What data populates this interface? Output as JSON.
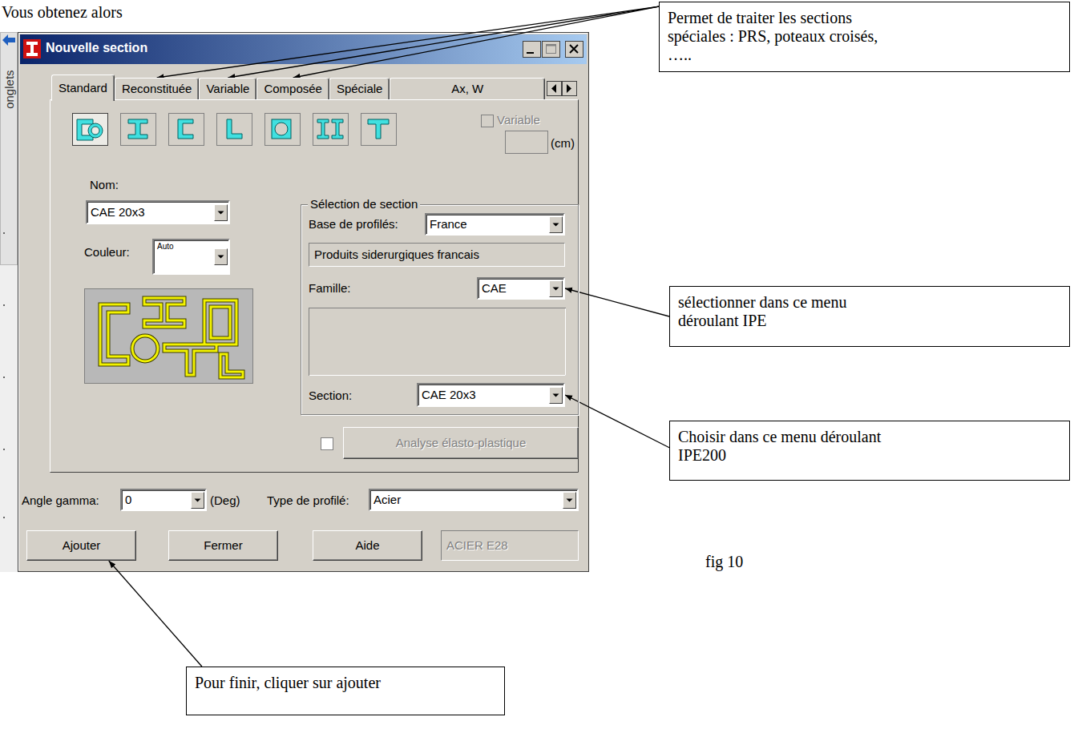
{
  "diagram": {
    "caption": "fig 10",
    "nodes": [
      {
        "text": [
          "Nouvelle section"
        ]
      },
      {
        "text": [
          "Permet de traiter les sections spéciales : PRS, poteaux croisés, ….."
        ]
      },
      {
        "text": [
          "Standard"
        ],
        "in": 0
      },
      {
        "text": [
          "Reconstituée"
        ],
        "in": 0
      },
      {
        "text": [
          "Variable"
        ],
        "in": 0
      },
      {
        "text": [
          "Composée"
        ],
        "in": 0
      },
      {
        "text": [
          "Spéciale"
        ],
        "in": 0
      },
      {
        "text": [
          "Ax, W"
        ],
        "in": 0
      },
      {
        "text": [
          "CAE 20x3"
        ],
        "in": 0
      },
      {
        "text": [
          "Sélection de section"
        ],
        "in": 0
      },
      {
        "text": [
          "France"
        ],
        "in": 9
      },
      {
        "text": [
          "Produits siderurgiques francais"
        ],
        "in": 9
      },
      {
        "text": [
          "Auto"
        ],
        "in": 0
      },
      {
        "text": [
          "CAE"
        ],
        "in": 9
      },
      {
        "text": [
          "sélectionner dans ce menu déroulant IPE"
        ]
      },
      {
        "text": [
          "CAE 20x3"
        ],
        "in": 9
      },
      {
        "text": [
          "Choisir dans ce menu déroulant IPE200"
        ]
      },
      {
        "text": [
          "Analyse élasto-plastique"
        ],
        "in": 0
      },
      {
        "text": [
          "0"
        ],
        "in": 0
      },
      {
        "text": [
          "Acier"
        ],
        "in": 0
      },
      {
        "text": [
          "Ajouter"
        ],
        "in": 0
      },
      {
        "text": [
          "Fermer"
        ],
        "in": 0
      },
      {
        "text": [
          "Aide"
        ],
        "in": 0
      },
      {
        "text": [
          "ACIER E28"
        ],
        "in": 0
      },
      {
        "text": [
          "Pour finir, cliquer sur ajouter"
        ]
      }
    ],
    "edges": [
      {
        "from": 1,
        "to": 3,
        "arrow": "to"
      },
      {
        "from": 1,
        "to": 4,
        "arrow": "to"
      },
      {
        "from": 1,
        "to": 5,
        "arrow": "to"
      },
      {
        "from": 14,
        "to": 13,
        "arrow": "to"
      },
      {
        "from": 16,
        "to": 15,
        "arrow": "to"
      },
      {
        "from": 24,
        "to": 20,
        "arrow": "to"
      }
    ],
    "labels": [
      "Vous obtenez alors",
      "onglets",
      "Variable",
      "(cm)",
      "Nom:",
      "Couleur:",
      "Base de profilés:",
      "Famille:",
      "Section:",
      "Angle gamma:",
      "(Deg)",
      "Type de profilé:"
    ]
  }
}
